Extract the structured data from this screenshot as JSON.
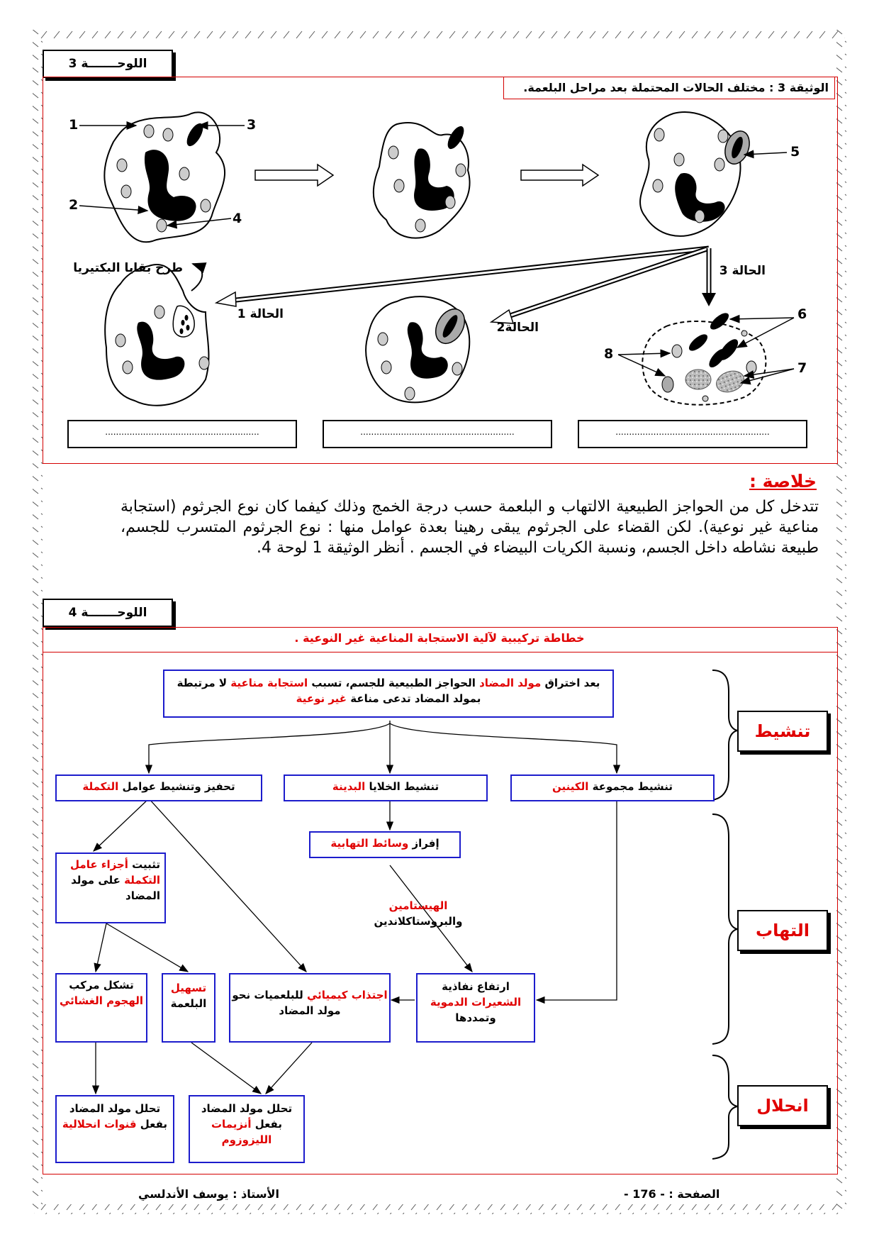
{
  "panel3": {
    "tag": "اللوحـــــــة 3",
    "doc_title": "الوثيقة 3 : مختلف الحالات المحتملة بعد مراحل البلعمة.",
    "numbers": [
      "1",
      "2",
      "3",
      "4",
      "5",
      "6",
      "7",
      "8"
    ],
    "case1": "الحالة 1",
    "case2": "الحالة2",
    "case3": "الحالة 3",
    "expel": "طرح بقايا البكتيريا",
    "answers": [
      ".........................................................",
      ".........................................................",
      "........................................................."
    ]
  },
  "summary": {
    "heading": "خلاصة :",
    "text": "تتدخل كل من الحواجز الطبيعية الالتهاب و البلعمة حسب درجة الخمج وذلك كيفما كان نوع الجرثوم (استجابة مناعية غير نوعية). لكن القضاء على الجرثوم يبقى رهينا بعدة عوامل منها : نوع الجرثوم المتسرب للجسم، طبيعة نشاطه داخل الجسم، ونسبة الكريات البيضاء في الجسم . أنظر الوثيقة 1 لوحة 4."
  },
  "panel4": {
    "tag": "اللوحـــــــة 4",
    "title": "خطاطة تركيبية لآلية الاستجابة المناعية غير النوعية .",
    "stages": [
      "تنشيط",
      "التهاب",
      "انحلال"
    ],
    "top_box": {
      "a": "بعد اختراق ",
      "b": "مولد المضاد",
      "c": " الحواجز الطبيعية للجسم، تسبب ",
      "d": "استجابة مناعية",
      "e": " لا مرتبطة بمولد المضاد تدعى مناعة ",
      "f": "غير نوعية"
    },
    "kinin": {
      "a": "تنشيط مجموعة ",
      "b": "الكينين"
    },
    "mast": {
      "a": "تنشيط الخلايا ",
      "b": "البدينة"
    },
    "complement": {
      "a": "تحفيز وتنشيط عوامل ",
      "b": "التكملة"
    },
    "mediators": {
      "a": "إفراز ",
      "b": "وسائط التهابية"
    },
    "histamine": {
      "a": "الهيستامين",
      "b": "والبروستاكلاندين"
    },
    "fixation": {
      "a": "تثبيت ",
      "b": "أجزاء عامل التكملة",
      "c": " على مولد المضاد"
    },
    "permeability": {
      "a": "ارتفاع نفاذية ",
      "b": "الشعيرات الدموية",
      "c": " وتمددها"
    },
    "chemo": {
      "a": "اجتذاب كيميائي",
      "b": " للبلعميات نحو مولد المضاد"
    },
    "facilitate": {
      "a": "تسهيل",
      "b": " البلعمة"
    },
    "mac": {
      "a": "تشكل مركب ",
      "b": "الهجوم الغشائي"
    },
    "lysis_enzymes": {
      "a": "تحلل مولد المضاد بفعل ",
      "b": "أنزيمات الليزوزوم"
    },
    "lysis_channels": {
      "a": "تحلل مولد المضاد بفعل ",
      "b": "قنوات انحلالية"
    }
  },
  "footer": {
    "page": "الصفحة : - 176 -",
    "author": "الأستاذ : يوسف الأندلسي"
  }
}
